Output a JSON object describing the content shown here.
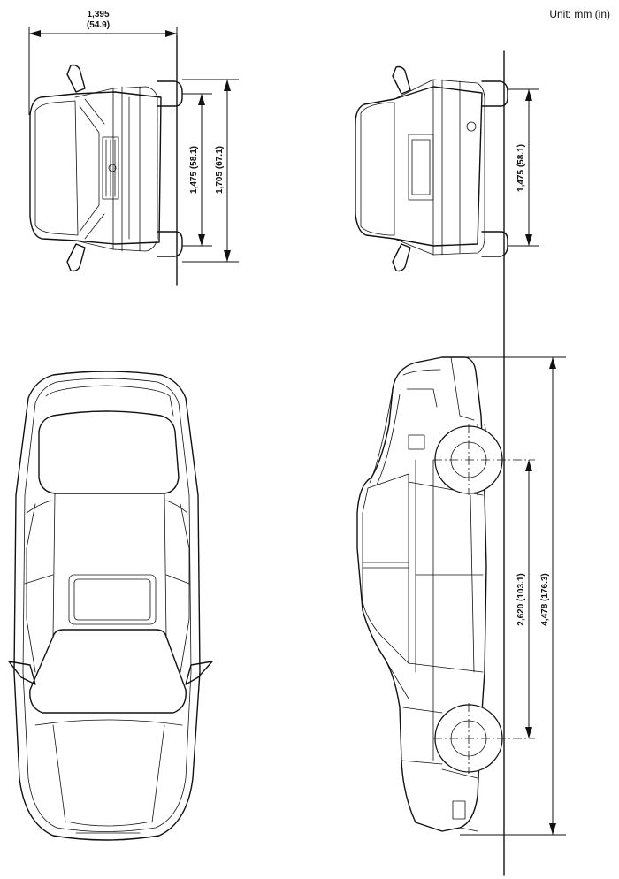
{
  "unit_label": "Unit: mm (in)",
  "dimensions": {
    "front_tread": {
      "mm": "1,395",
      "in": "(54.9)"
    },
    "rear_view_width_a": {
      "label": "1,475 (58.1)"
    },
    "overall_width": {
      "label": "1,705 (67.1)"
    },
    "rear_tread": {
      "label": "1,475 (58.1)"
    },
    "wheelbase": {
      "label": "2,620 (103.1)"
    },
    "overall_length": {
      "label": "4,478 (176.3)"
    }
  }
}
